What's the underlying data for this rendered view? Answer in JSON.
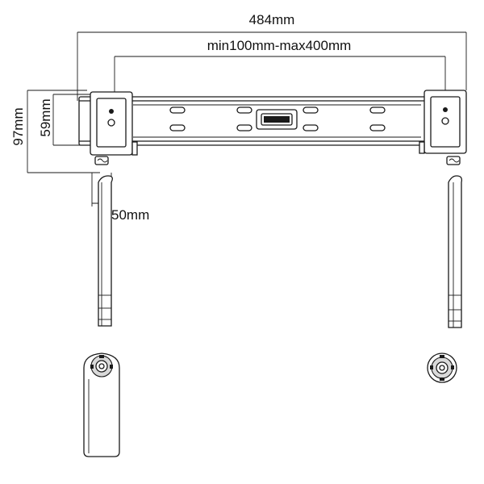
{
  "dimensions": {
    "overall_width": "484mm",
    "vesa_range": "min100mm-max400mm",
    "total_height": "97mm",
    "rail_height": "59mm",
    "arm_offset": "50mm"
  },
  "colors": {
    "line": "#1a1a1a",
    "shade": "#d9d9d9",
    "background": "#ffffff"
  }
}
